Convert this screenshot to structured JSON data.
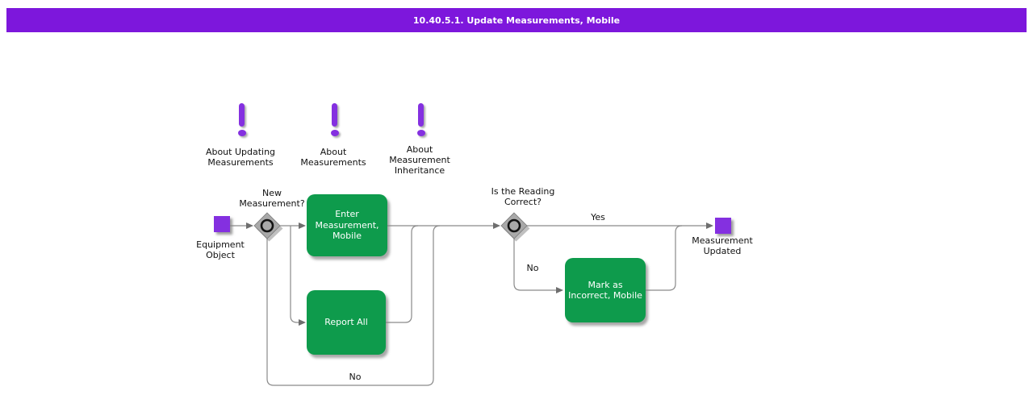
{
  "title": "10.40.5.1. Update Measurements, Mobile",
  "colors": {
    "title_bar": "#7d17dc",
    "node_purple": "#8430e0",
    "task_green": "#0e9b4c",
    "line_gray": "#8a8a8a",
    "diamond_gray": "#a9a9a9"
  },
  "notes": [
    {
      "label": "About Updating\nMeasurements"
    },
    {
      "label": "About\nMeasurements"
    },
    {
      "label": "About\nMeasurement\nInheritance"
    }
  ],
  "nodes": {
    "start": {
      "label": "Equipment\nObject"
    },
    "decision1": {
      "question": "New\nMeasurement?"
    },
    "enter_measurement": {
      "label": "Enter\nMeasurement,\nMobile"
    },
    "report_all": {
      "label": "Report All"
    },
    "decision2": {
      "question": "Is the Reading\nCorrect?"
    },
    "mark_incorrect": {
      "label": "Mark as\nIncorrect, Mobile"
    },
    "end": {
      "label": "Measurement\nUpdated"
    }
  },
  "edge_labels": {
    "decision1_no": "No",
    "decision2_yes": "Yes",
    "decision2_no": "No"
  }
}
